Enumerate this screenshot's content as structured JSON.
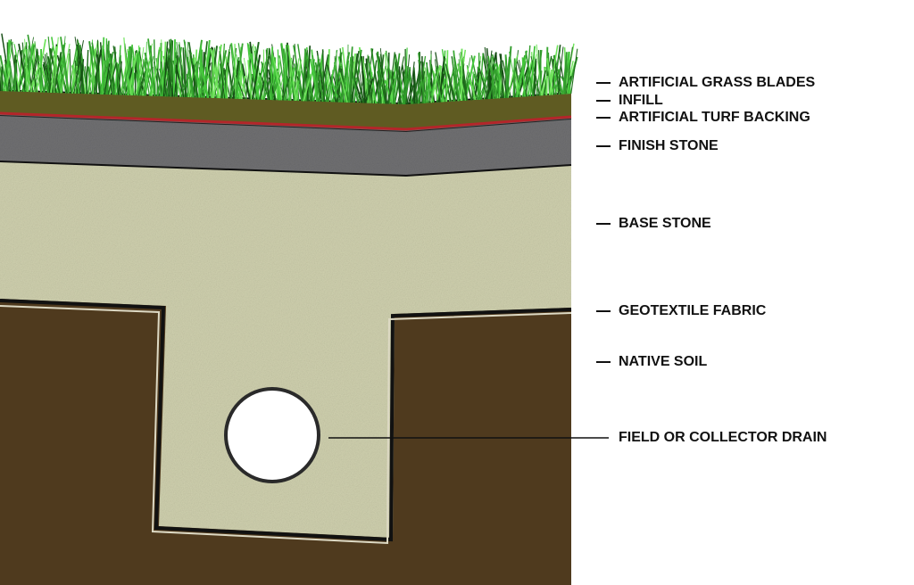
{
  "title": "Artificial turf cross-section",
  "labels": [
    {
      "id": "grass",
      "text": "ARTIFICIAL GRASS BLADES"
    },
    {
      "id": "infill",
      "text": "INFILL"
    },
    {
      "id": "backing",
      "text": "ARTIFICIAL TURF BACKING"
    },
    {
      "id": "finish",
      "text": "FINISH STONE"
    },
    {
      "id": "base",
      "text": "BASE STONE"
    },
    {
      "id": "geotextile",
      "text": "GEOTEXTILE FABRIC"
    },
    {
      "id": "soil",
      "text": "NATIVE SOIL"
    },
    {
      "id": "drain",
      "text": "FIELD OR COLLECTOR DRAIN"
    }
  ],
  "colors": {
    "grass": "#3fc43a",
    "infill": "#5e5a22",
    "backing": "#b3262a",
    "finish_stone": "#6e6e70",
    "base_stone": "#cfcfae",
    "soil": "#4e3a1f",
    "drain": "#ffffff"
  }
}
